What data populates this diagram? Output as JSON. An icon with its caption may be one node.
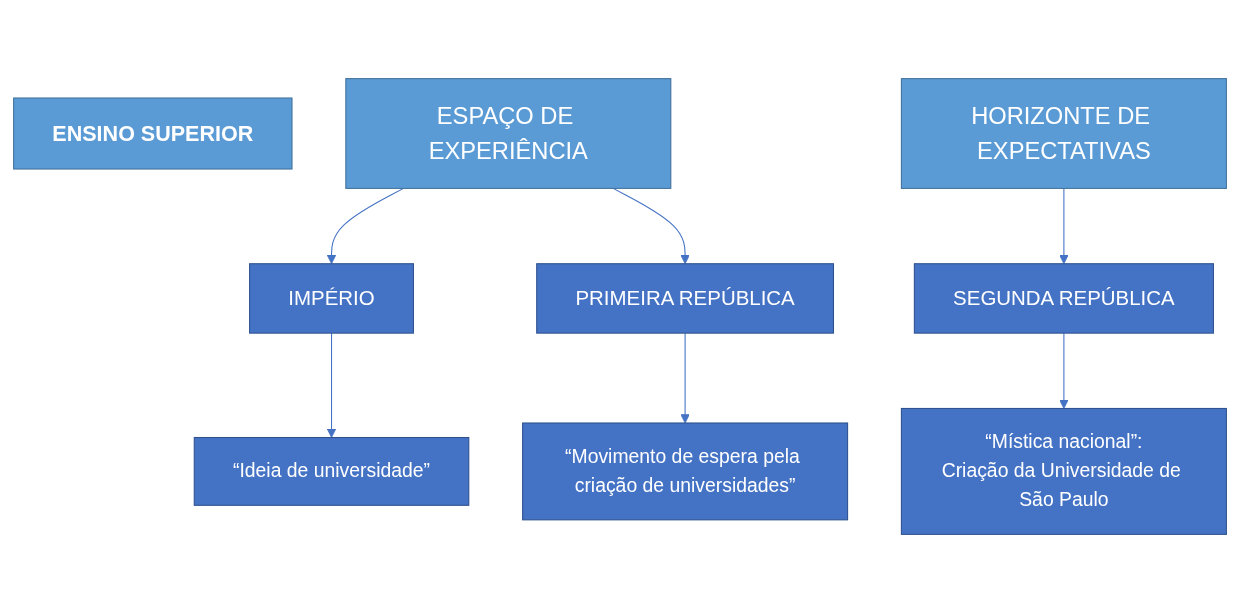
{
  "diagram": {
    "nodes": [
      {
        "text": [
          "ENSINO SUPERIOR"
        ]
      },
      {
        "text": [
          "ESPAÇO DE EXPERIÊNCIA"
        ]
      },
      {
        "text": [
          "HORIZONTE DE EXPECTATIVAS"
        ]
      },
      {
        "text": [
          "IMPÉRIO"
        ]
      },
      {
        "text": [
          "PRIMEIRA REPÚBLICA"
        ]
      },
      {
        "text": [
          "SEGUNDA REPÚBLICA"
        ]
      },
      {
        "text": [
          "“Ideia de universidade”"
        ]
      },
      {
        "text": [
          "“Movimento de espera pela criação de universidades”"
        ]
      },
      {
        "text": [
          "“Mística nacional”:",
          "Criação da Universidade de São Paulo"
        ]
      }
    ],
    "edges": [
      {
        "from": 1,
        "to": 3,
        "arrow": "to"
      },
      {
        "from": 1,
        "to": 4,
        "arrow": "to"
      },
      {
        "from": 2,
        "to": 5,
        "arrow": "to"
      },
      {
        "from": 3,
        "to": 6,
        "arrow": "to"
      },
      {
        "from": 4,
        "to": 7,
        "arrow": "to"
      },
      {
        "from": 5,
        "to": 8,
        "arrow": "to"
      }
    ]
  }
}
